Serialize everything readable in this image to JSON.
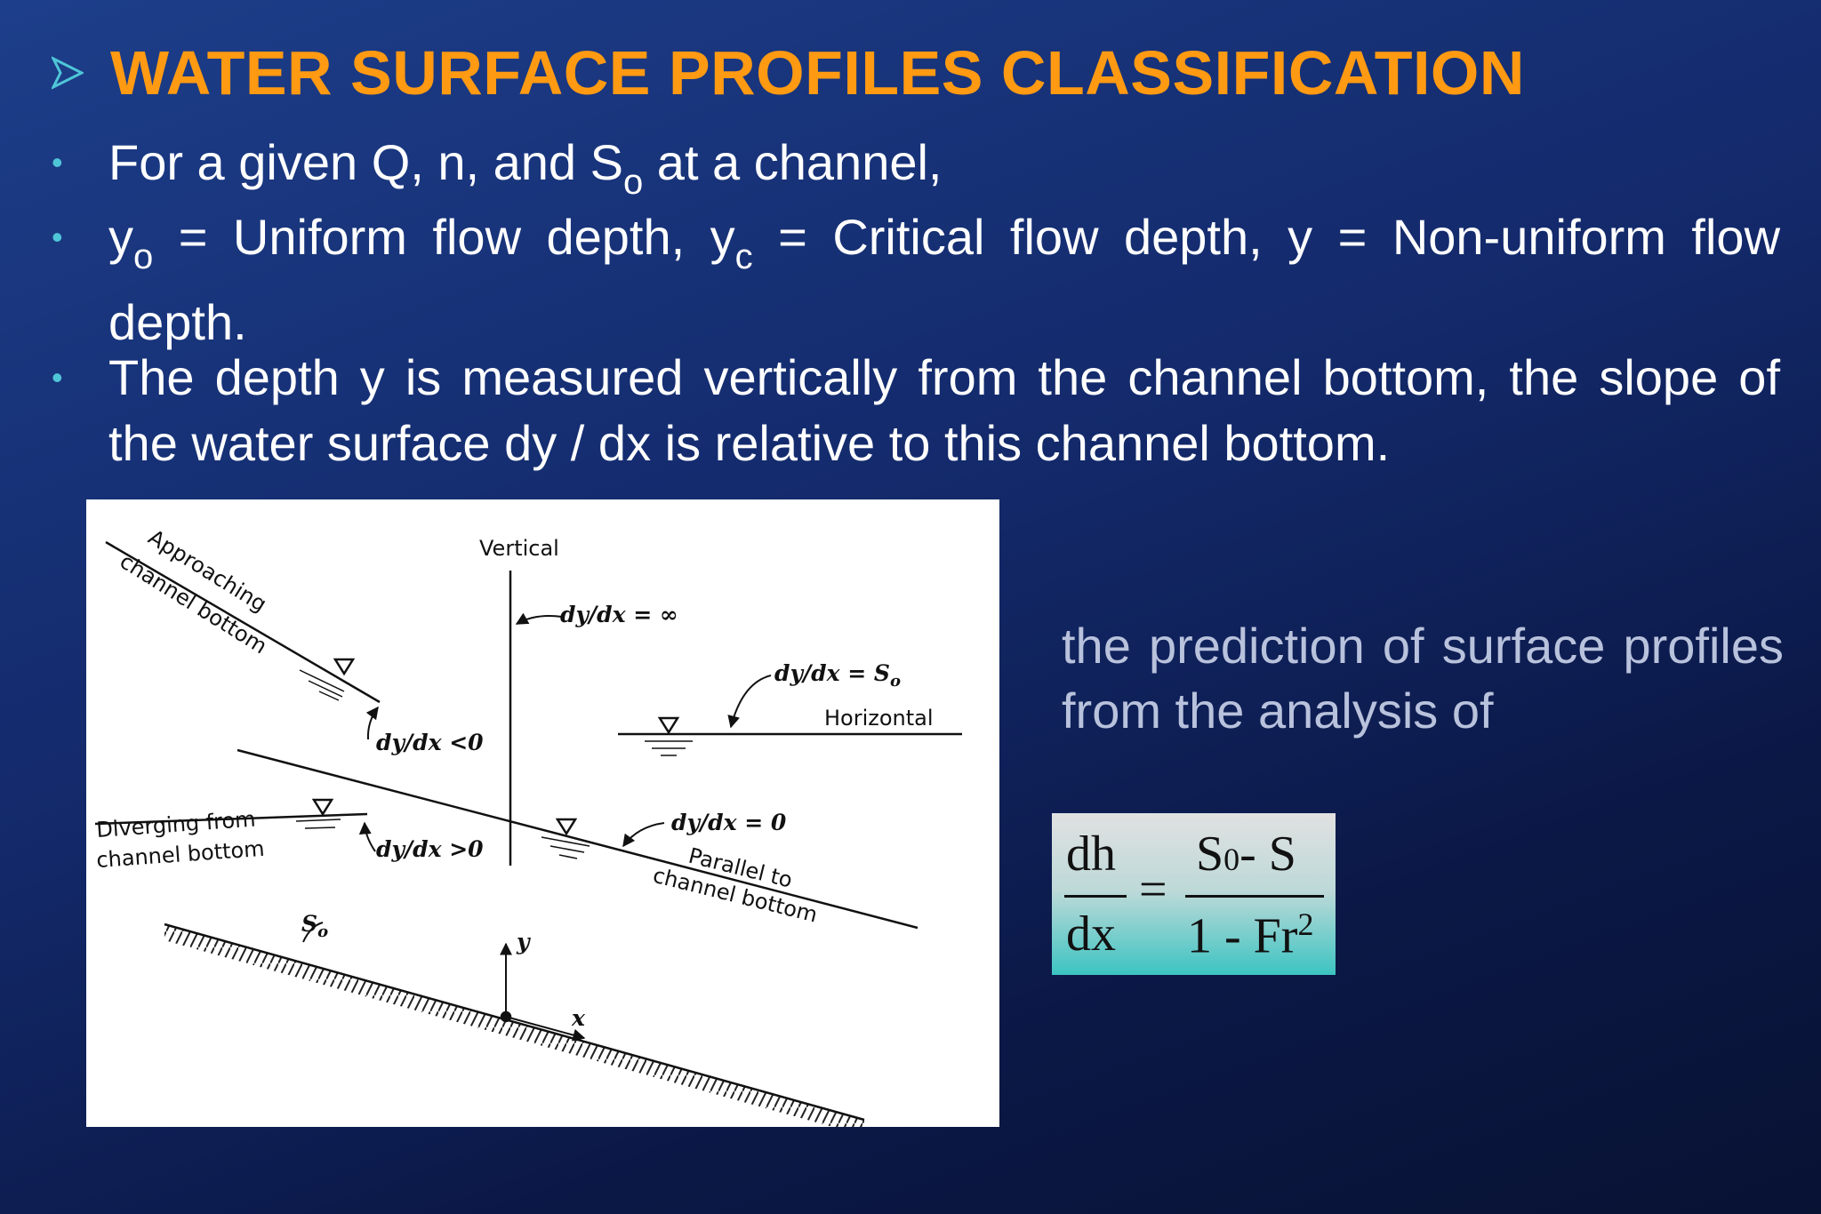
{
  "title": "WATER SURFACE PROFILES CLASSIFICATION",
  "bullets": {
    "b1": {
      "before": "For a given Q, n, and S",
      "sub": "o",
      "after": " at a channel,"
    },
    "b2": {
      "y": "y",
      "sub1": "o",
      "text1": " = Uniform flow depth, y",
      "sub2": "c",
      "text2": " = Critical flow depth, y = Non-uniform flow depth."
    },
    "b3": "The depth y is measured vertically from the channel bottom, the slope of the water surface dy / dx is relative to this channel bottom."
  },
  "figure": {
    "vertical": "Vertical",
    "approaching_1": "Approaching",
    "approaching_2": "channel bottom",
    "dydx_inf": "dy/dx = ∞",
    "dydx_so": "dy/dx = S",
    "dydx_so_sub": "o",
    "horizontal": "Horizontal",
    "dydx_lt0": "dy/dx <0",
    "diverging_1": "Diverging from",
    "diverging_2": "channel bottom",
    "dydx_gt0": "dy/dx >0",
    "dydx_0": "dy/dx = 0",
    "parallel_1": "Parallel to",
    "parallel_2": "channel bottom",
    "so_label": "S",
    "so_sub": "o",
    "y_axis": "y",
    "x_axis": "x"
  },
  "note": "the prediction of surface profiles from the analysis of",
  "formula": {
    "dh": "dh",
    "dx": "dx",
    "equals": "=",
    "s0": "S",
    "s0_sub": "0",
    "minus_s": "- S",
    "one_minus": "1 - Fr",
    "squared": "2"
  },
  "colors": {
    "title": "#ff9a12",
    "bullet": "#4fc6d8",
    "text": "#ffffff",
    "note": "#b9c2dc"
  }
}
